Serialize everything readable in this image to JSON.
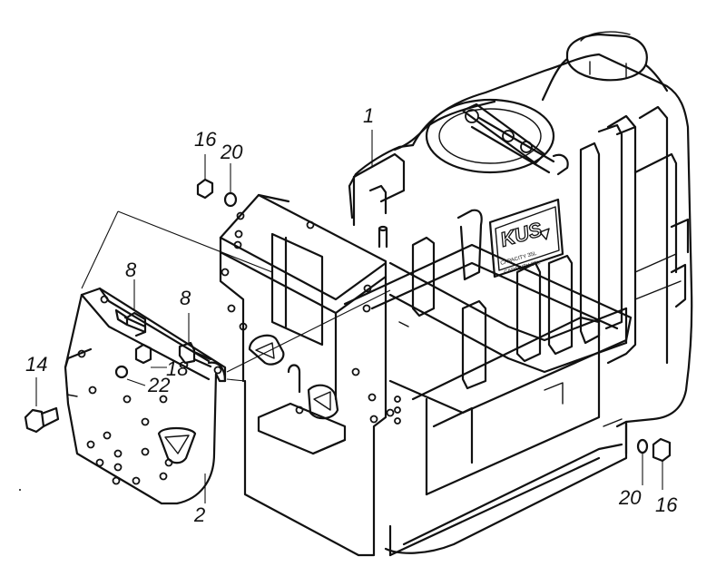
{
  "labels": {
    "tank": "1",
    "bracket": "2",
    "bolt_upper": "8",
    "bolt_lower": "8",
    "bolt_long": "14",
    "nut_upper_left": "16",
    "nut_lower_right": "16",
    "nut_small": "18",
    "washer_upper_left": "20",
    "washer_lower_right": "20",
    "washer_small": "22"
  },
  "tank_badge": {
    "brand": "KUS",
    "line1": "CAPACITY 35L",
    "line2": "CAPACITY 35L"
  }
}
